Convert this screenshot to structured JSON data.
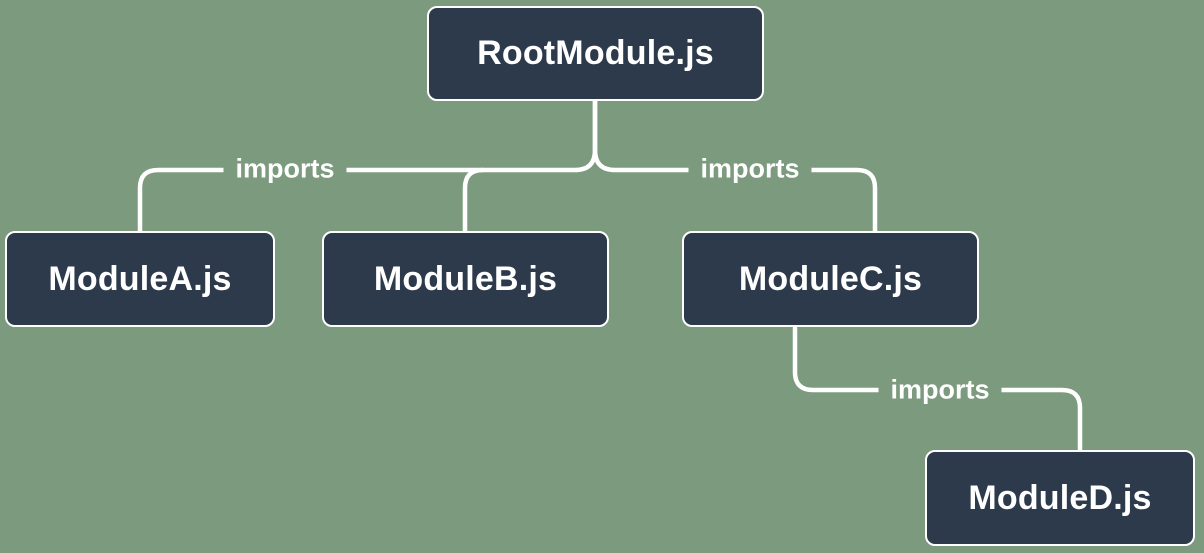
{
  "diagram": {
    "title": "module-import-dependency-tree",
    "colors": {
      "bg": "#7c9a7e",
      "node_fill": "#2d3a4b",
      "node_border": "#ffffff",
      "line": "#ffffff",
      "text": "#ffffff"
    },
    "nodes": {
      "root": {
        "label": "RootModule.js"
      },
      "a": {
        "label": "ModuleA.js"
      },
      "b": {
        "label": "ModuleB.js"
      },
      "c": {
        "label": "ModuleC.js"
      },
      "d": {
        "label": "ModuleD.js"
      }
    },
    "edge_labels": {
      "root_left": "imports",
      "root_right": "imports",
      "c_to_d": "imports"
    },
    "edges": [
      {
        "from": "RootModule.js",
        "to": "ModuleA.js",
        "label": "imports"
      },
      {
        "from": "RootModule.js",
        "to": "ModuleB.js",
        "label": ""
      },
      {
        "from": "RootModule.js",
        "to": "ModuleC.js",
        "label": "imports"
      },
      {
        "from": "ModuleC.js",
        "to": "ModuleD.js",
        "label": "imports"
      }
    ]
  }
}
